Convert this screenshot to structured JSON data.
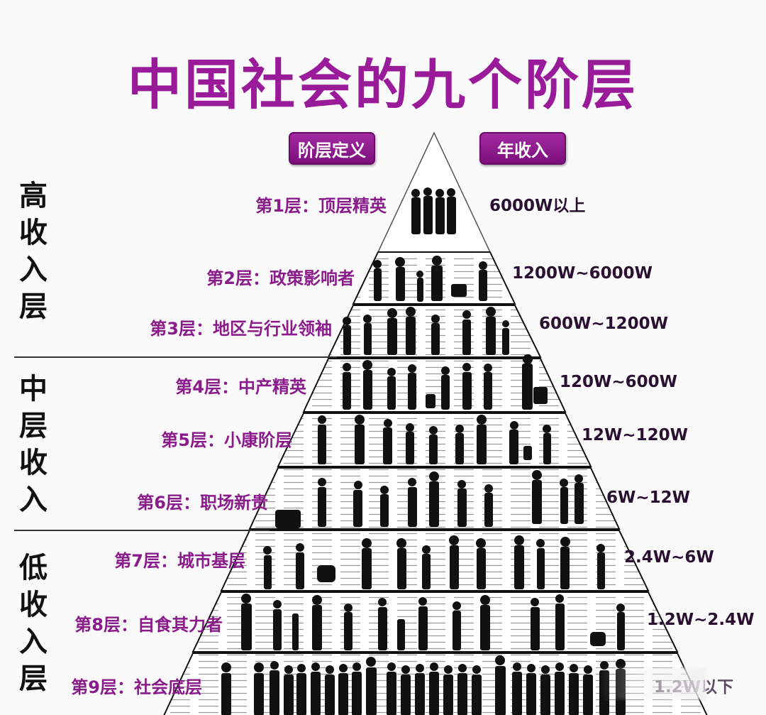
{
  "title": "中国社会的九个阶层",
  "headers": {
    "definition": "阶层定义",
    "income": "年收入"
  },
  "groups": [
    {
      "label": "高收入层",
      "chars": [
        "高",
        "收",
        "入",
        "层"
      ]
    },
    {
      "label": "中层收入",
      "chars": [
        "中",
        "层",
        "收",
        "入"
      ]
    },
    {
      "label": "低收入层",
      "chars": [
        "低",
        "收",
        "入",
        "层"
      ]
    }
  ],
  "tiers": [
    {
      "level": "第1层",
      "name": "顶层精英",
      "income": "6000W以上"
    },
    {
      "level": "第2层",
      "name": "政策影响者",
      "income": "1200W~6000W"
    },
    {
      "level": "第3层",
      "name": "地区与行业领袖",
      "income": "600W~1200W"
    },
    {
      "level": "第4层",
      "name": "中产精英",
      "income": "120W~600W"
    },
    {
      "level": "第5层",
      "name": "小康阶层",
      "income": "12W~120W"
    },
    {
      "level": "第6层",
      "name": "职场新贵",
      "income": "6W~12W"
    },
    {
      "level": "第7层",
      "name": "城市基层",
      "income": "2.4W~6W"
    },
    {
      "level": "第8层",
      "name": "自食其力者",
      "income": "1.2W~2.4W"
    },
    {
      "level": "第9层",
      "name": "社会底层",
      "income": "1.2W以下"
    }
  ],
  "colors": {
    "title": "#9a1b9a",
    "badge": "#8b1a8b",
    "tier_label": "#8a1b8a",
    "income_text": "#2a1030"
  }
}
